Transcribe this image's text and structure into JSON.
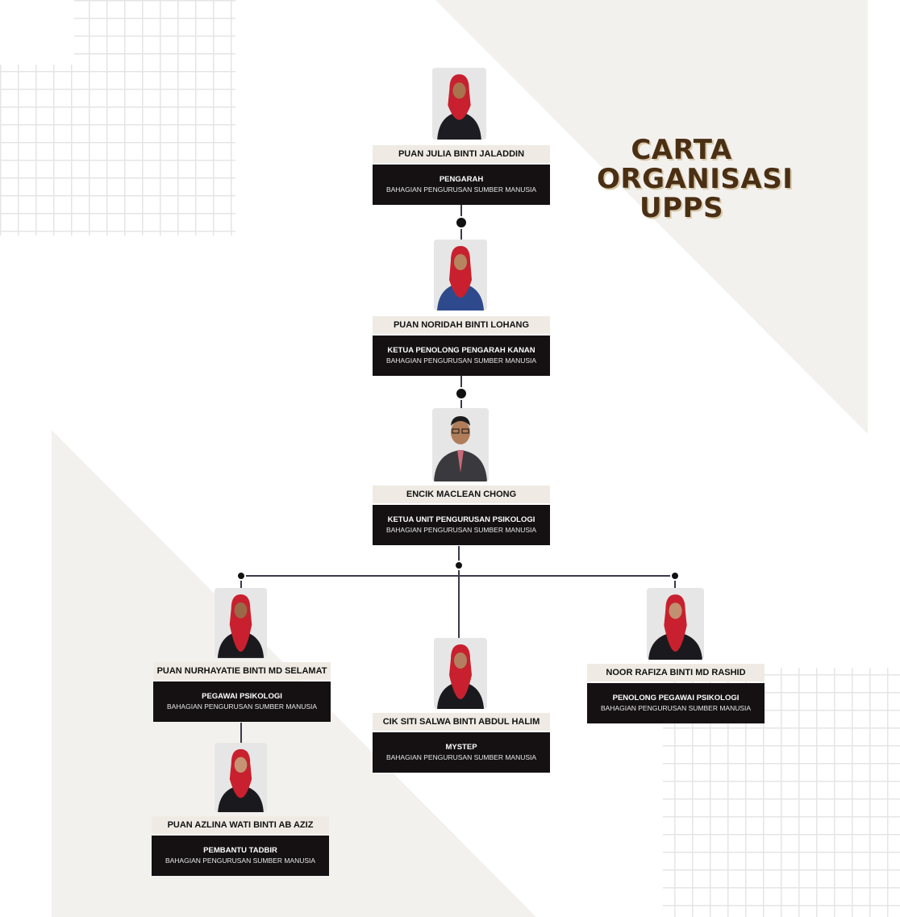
{
  "title": {
    "line1": "CARTA",
    "line2": "ORGANISASI",
    "line3": "UPPS"
  },
  "icons": {
    "photo": "person-portrait-icon",
    "connector": "connector-dot-icon"
  },
  "colors": {
    "title": "#4a2f14",
    "role_box": "#151112",
    "name_box": "#efebe4",
    "line": "#3a3a4a",
    "hijab": "#c8202e"
  },
  "people": [
    {
      "name": "PUAN JULIA BINTI JALADDIN",
      "role": "PENGARAH",
      "dept": "BAHAGIAN PENGURUSAN SUMBER MANUSIA"
    },
    {
      "name": "PUAN NORIDAH BINTI LOHANG",
      "role": "KETUA PENOLONG PENGARAH KANAN",
      "dept": "BAHAGIAN PENGURUSAN SUMBER MANUSIA"
    },
    {
      "name": "ENCIK MACLEAN CHONG",
      "role": "KETUA UNIT PENGURUSAN PSIKOLOGI",
      "dept": "BAHAGIAN PENGURUSAN SUMBER MANUSIA"
    },
    {
      "name": "PUAN NURHAYATIE BINTI MD SELAMAT",
      "role": "PEGAWAI PSIKOLOGI",
      "dept": "BAHAGIAN PENGURUSAN SUMBER MANUSIA"
    },
    {
      "name": "CIK SITI SALWA BINTI ABDUL HALIM",
      "role": "MYSTEP",
      "dept": "BAHAGIAN PENGURUSAN SUMBER MANUSIA"
    },
    {
      "name": "NOOR RAFIZA BINTI MD RASHID",
      "role": "PENOLONG PEGAWAI PSIKOLOGI",
      "dept": "BAHAGIAN PENGURUSAN SUMBER MANUSIA"
    },
    {
      "name": "PUAN AZLINA WATI BINTI AB AZIZ",
      "role": "PEMBANTU TADBIR",
      "dept": "BAHAGIAN PENGURUSAN SUMBER MANUSIA"
    }
  ]
}
